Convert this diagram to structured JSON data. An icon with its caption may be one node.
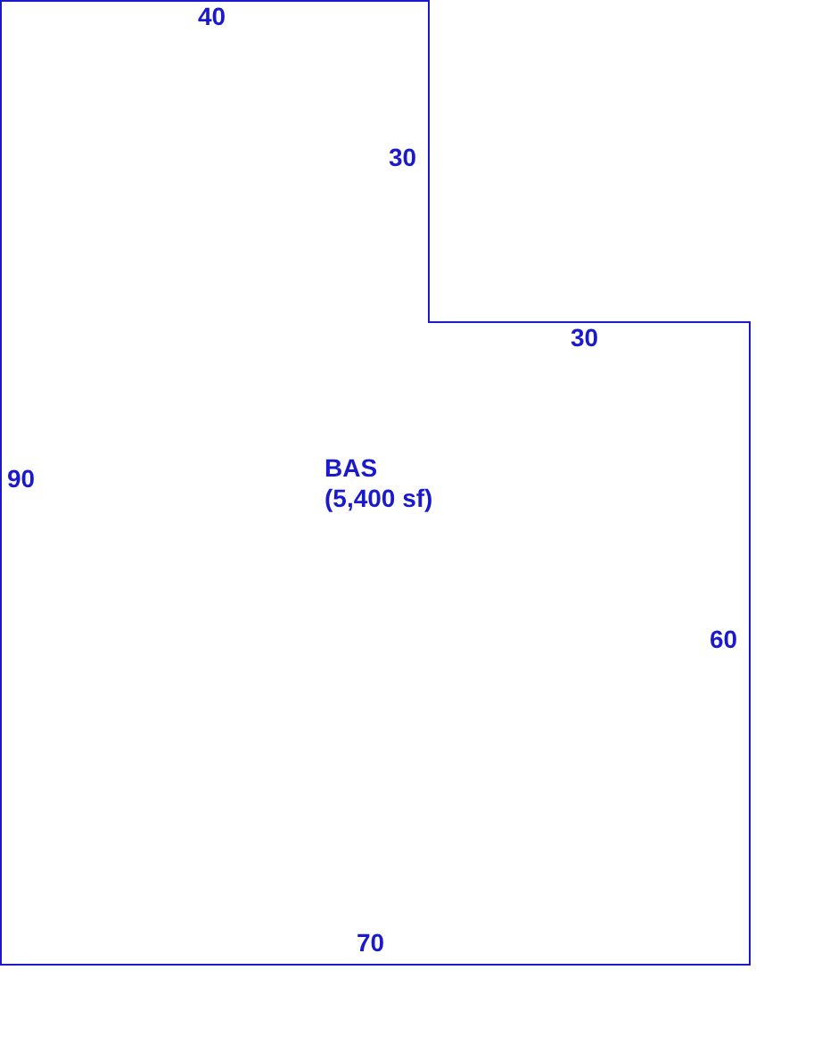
{
  "diagram": {
    "nodes": [
      {
        "text": [
          "BAS",
          "(5,400 sf)"
        ]
      }
    ],
    "labels": [
      "40",
      "30",
      "30",
      "90",
      "60",
      "70"
    ]
  }
}
